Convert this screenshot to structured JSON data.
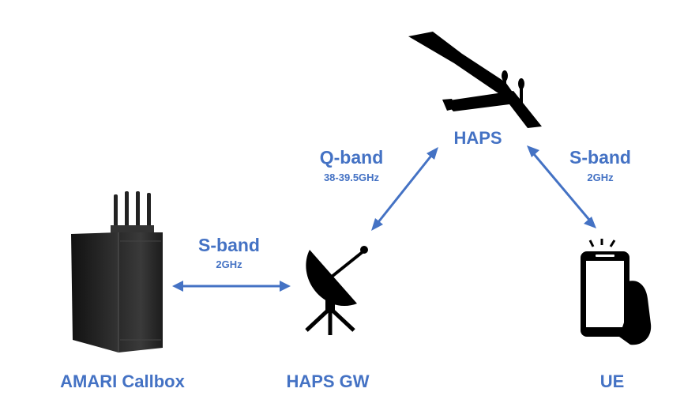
{
  "accent_color": "#4472c4",
  "nodes": {
    "haps": {
      "label": "HAPS",
      "icon": "solar-aircraft-icon"
    },
    "callbox": {
      "label": "AMARI Callbox",
      "icon": "callbox-server-icon"
    },
    "gateway": {
      "label": "HAPS GW",
      "icon": "satellite-dish-icon"
    },
    "ue": {
      "label": "UE",
      "icon": "smartphone-in-hand-icon"
    }
  },
  "links": {
    "callbox_gw": {
      "band": "S-band",
      "freq": "2GHz"
    },
    "gw_haps": {
      "band": "Q-band",
      "freq": "38-39.5GHz"
    },
    "haps_ue": {
      "band": "S-band",
      "freq": "2GHz"
    }
  }
}
